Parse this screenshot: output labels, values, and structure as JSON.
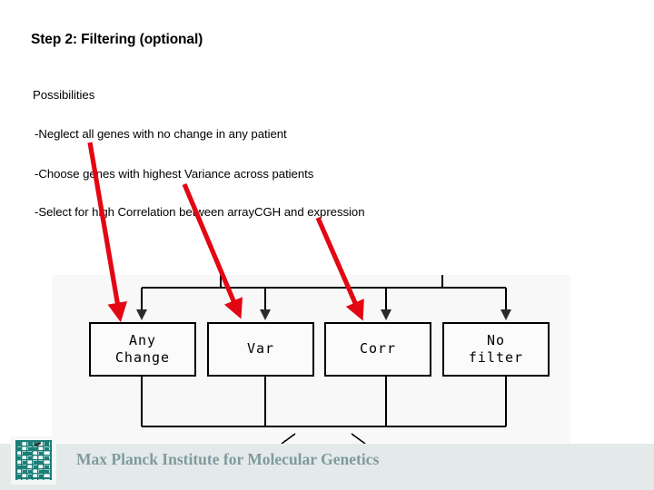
{
  "slide": {
    "title": "Step 2: Filtering (optional)",
    "background_color": "#ffffff"
  },
  "body": {
    "heading": "Possibilities",
    "items": [
      "-Neglect all genes with no change in any patient",
      "-Choose genes with highest Variance across patients",
      "-Select for high Correlation between arrayCGH and expression"
    ]
  },
  "diagram": {
    "type": "flowchart",
    "background_color": "#f8f8f8",
    "line_color": "#000000",
    "boxes": [
      {
        "label": "Any\nChange",
        "line1": "Any",
        "line2": "Change"
      },
      {
        "label": "Var",
        "line1": "Var",
        "line2": ""
      },
      {
        "label": "Corr",
        "line1": "Corr",
        "line2": ""
      },
      {
        "label": "No\nfilter",
        "line1": "No",
        "line2": "filter"
      }
    ],
    "connector_note": "top distribution bar feeds four down-arrows into boxes; box outputs merge into bottom bar"
  },
  "annotations": {
    "color": "#e30613",
    "arrows": [
      {
        "name": "arrow-to-any-change",
        "from_text": "-Neglect all genes with no change in any patient",
        "to_box": "Any Change"
      },
      {
        "name": "arrow-to-var",
        "from_text": "-Choose genes with highest Variance across patients",
        "to_box": "Var"
      },
      {
        "name": "arrow-to-corr",
        "from_text": "-Select for high Correlation between arrayCGH and expression",
        "to_box": "Corr"
      }
    ]
  },
  "footer": {
    "organization": "Max Planck Institute for Molecular Genetics",
    "band_color": "#e4eae9",
    "text_color": "#7f9a9c",
    "logo_color": "#1b7f77",
    "logo_name": "max-planck-grid-logo"
  }
}
